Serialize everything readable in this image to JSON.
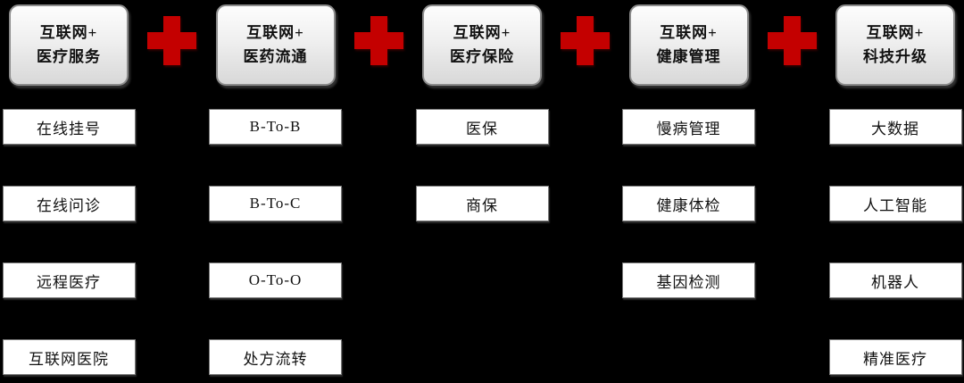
{
  "colors": {
    "bg": "#000000",
    "cross": "#c40000",
    "box-border": "#7a7a7a",
    "header-border": "#8c8c8c"
  },
  "columns": [
    {
      "header": {
        "line1": "互联网+",
        "line2": "医疗服务"
      },
      "items": [
        "在线挂号",
        "在线问诊",
        "远程医疗",
        "互联网医院"
      ]
    },
    {
      "header": {
        "line1": "互联网+",
        "line2": "医药流通"
      },
      "items": [
        "B-To-B",
        "B-To-C",
        "O-To-O",
        "处方流转"
      ]
    },
    {
      "header": {
        "line1": "互联网+",
        "line2": "医疗保险"
      },
      "items": [
        "医保",
        "商保"
      ]
    },
    {
      "header": {
        "line1": "互联网+",
        "line2": "健康管理"
      },
      "items": [
        "慢病管理",
        "健康体检",
        "基因检测"
      ]
    },
    {
      "header": {
        "line1": "互联网+",
        "line2": "科技升级"
      },
      "items": [
        "大数据",
        "人工智能",
        "机器人",
        "精准医疗"
      ]
    }
  ]
}
